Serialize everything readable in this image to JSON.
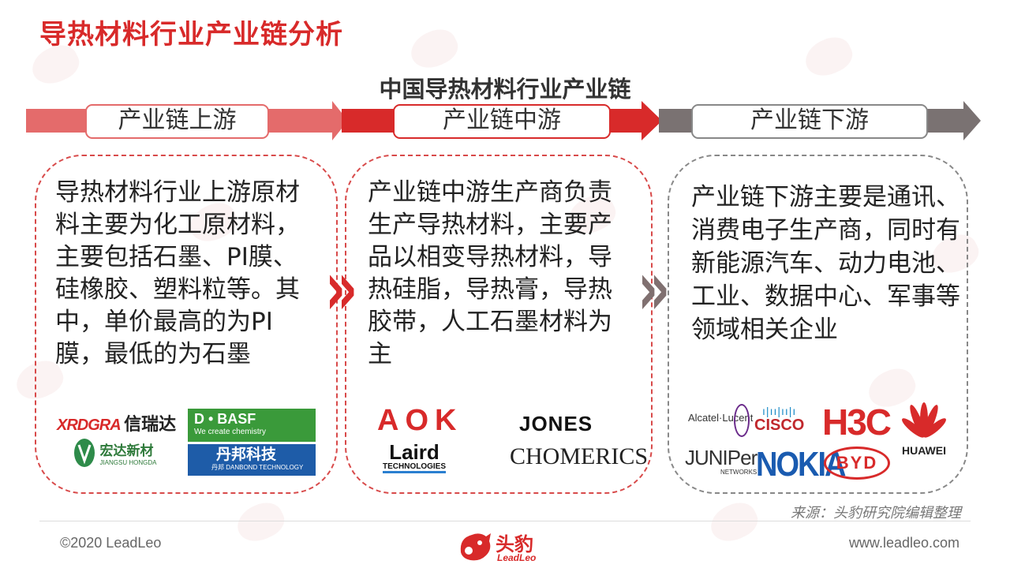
{
  "page": {
    "title": "导热材料行业产业链分析",
    "chain_title": "中国导热材料行业产业链"
  },
  "stages": {
    "upstream": {
      "label": "产业链上游",
      "text": "导热材料行业上游原材料主要为化工原材料，主要包括石墨、PI膜、硅橡胶、塑料粒等。其中，单价最高的为PI膜，最低的为石墨",
      "logos": {
        "xrdgra": "XRDGRA",
        "xinruida": "信瑞达",
        "basf": "D • BASF",
        "basf_tagline": "We create chemistry",
        "hongda": "宏达新材",
        "hongda_en": "JIANGSU HONGDA",
        "danbang": "丹邦科技",
        "danbang_en": "丹邦 DANBOND TECHNOLOGY"
      }
    },
    "midstream": {
      "label": "产业链中游",
      "text": "产业链中游生产商负责生产导热材料，主要产品以相变导热材料，导热硅脂，导热膏，导热胶带，人工石墨材料为主",
      "logos": {
        "aok": "AOK",
        "jones": "JONES",
        "laird": "Laird",
        "laird_sub": "TECHNOLOGIES",
        "chomerics": "CHOMERICS"
      }
    },
    "downstream": {
      "label": "产业链下游",
      "text": "产业链下游主要是通讯、消费电子生产商，同时有新能源汽车、动力电池、工业、数据中心、军事等领域相关企业",
      "logos": {
        "alcatel": "Alcatel·Lucent",
        "cisco": "CISCO",
        "h3c": "H3C",
        "huawei": "HUAWEI",
        "juniper": "JUNIPer",
        "juniper_sub": "NETWORKS",
        "nokia": "NOKIA",
        "byd": "BYD"
      }
    }
  },
  "footer": {
    "source": "来源：头豹研究院编辑整理",
    "copyright": "©2020 LeadLeo",
    "website": "www.leadleo.com",
    "brand_cn": "头豹",
    "brand_en": "LeadLeo"
  },
  "colors": {
    "accent": "#d82a2a",
    "upstream": "#e46b6b",
    "midstream": "#d82a2a",
    "downstream": "#7a7272"
  }
}
